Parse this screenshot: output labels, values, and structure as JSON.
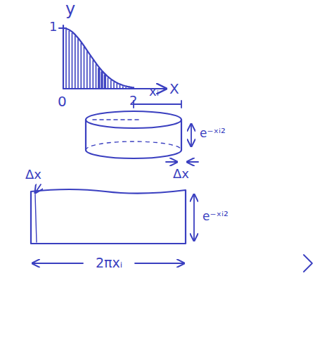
{
  "diagram": {
    "labels": [
      "y",
      "1",
      "0",
      "2",
      "X",
      "xᵢ",
      "e⁻ˣⁱ²",
      "Δx",
      "Δx",
      "e⁻ˣⁱ²",
      "2πxᵢ"
    ]
  }
}
